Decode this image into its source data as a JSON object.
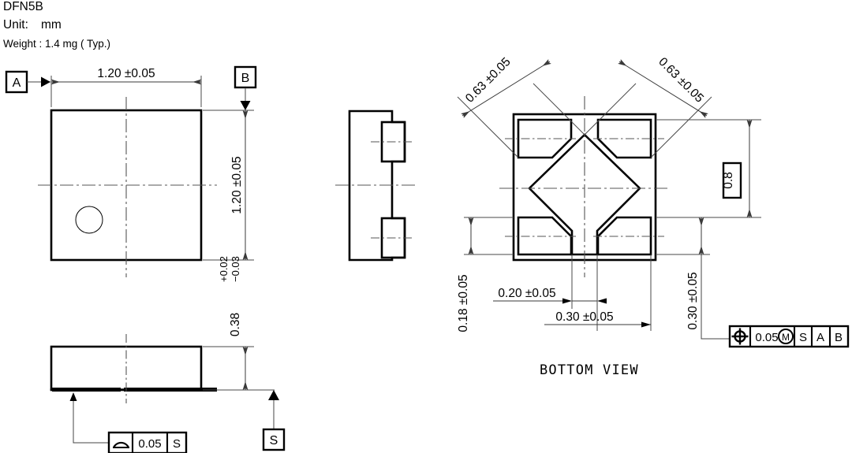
{
  "header": {
    "part_name": "DFN5B",
    "unit_label": "Unit:",
    "unit_value": "mm",
    "weight_line": "Weight : 1.4 mg ( Typ.)"
  },
  "datums": {
    "a": "A",
    "b": "B",
    "s": "S"
  },
  "top_view": {
    "name": "top-view",
    "width_dim": "1.20 ±0.05",
    "height_dim": "1.20 ±0.05",
    "pin1_marker": "pin1-circle-indicator"
  },
  "front_view": {
    "name": "front-view",
    "height_dim_value": "0.38",
    "height_tol_upper": "+0.02",
    "height_tol_lower": "−0.03",
    "flatness_frame": {
      "symbol": "profile-of-surface",
      "tolerance": "0.05",
      "datum": "S"
    }
  },
  "side_view": {
    "name": "side-view"
  },
  "bottom_view": {
    "name": "bottom-view",
    "caption": "BOTTOM VIEW",
    "diag_dim_left": "0.63 ±0.05",
    "diag_dim_right": "0.63 ±0.05",
    "basic_dim_right": "0.8",
    "vert_dim_left": "0.18 ±0.05",
    "vert_dim_right": "0.30 ±0.05",
    "horiz_dim_inner": "0.20 ±0.05",
    "horiz_dim_outer": "0.30 ±0.05",
    "position_frame": {
      "symbol": "position-tolerance",
      "tolerance": "0.05",
      "modifier": "M",
      "datum_primary": "S",
      "datum_secondary": "A",
      "datum_tertiary": "B"
    }
  },
  "colors": {
    "ink": "#000000",
    "dimension_line": "#3a3a3a",
    "center_line": "#555555",
    "background": "#ffffff"
  }
}
